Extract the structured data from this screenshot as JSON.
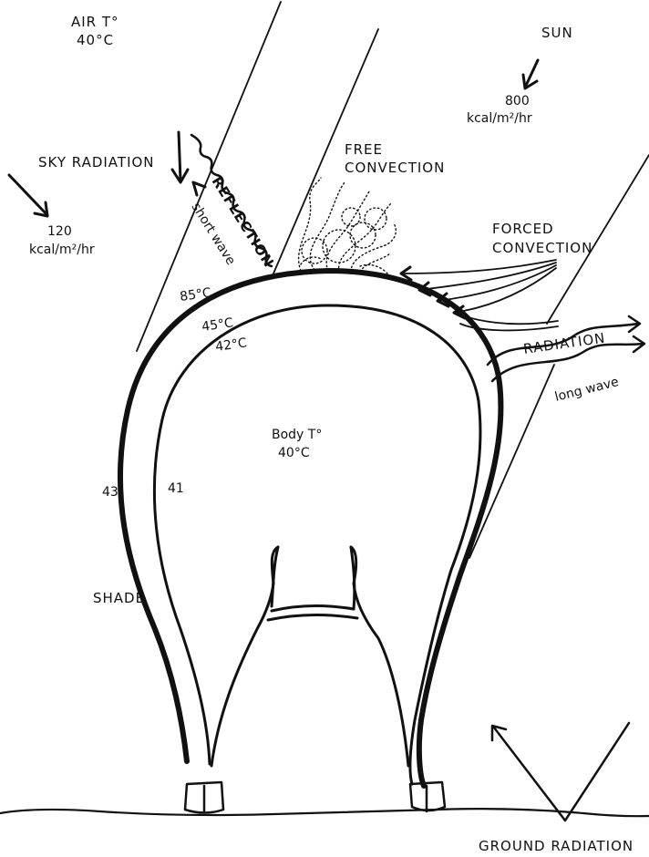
{
  "labels": {
    "air_temp_title": "AIR T°",
    "air_temp_value": "40°C",
    "sun": "SUN",
    "sun_flux_value": "800",
    "sun_flux_unit": "kcal/m²/hr",
    "sky_radiation": "SKY RADIATION",
    "sky_flux_value": "120",
    "sky_flux_unit": "kcal/m²/hr",
    "free_convection_line1": "FREE",
    "free_convection_line2": "CONVECTION",
    "reflection": "REFLECTION",
    "short_wave": "short wave",
    "forced_convection_line1": "FORCED",
    "forced_convection_line2": "CONVECTION",
    "radiation": "RADIATION",
    "long_wave": "long wave",
    "surface_temp": "85°C",
    "coat_temp": "45°C",
    "skin_temp": "42°C",
    "body_temp_title": "Body T°",
    "body_temp_value": "40°C",
    "side_temp_outer": "43",
    "side_temp_inner": "41",
    "shade": "SHADE",
    "ground_radiation": "GROUND RADIATION"
  }
}
